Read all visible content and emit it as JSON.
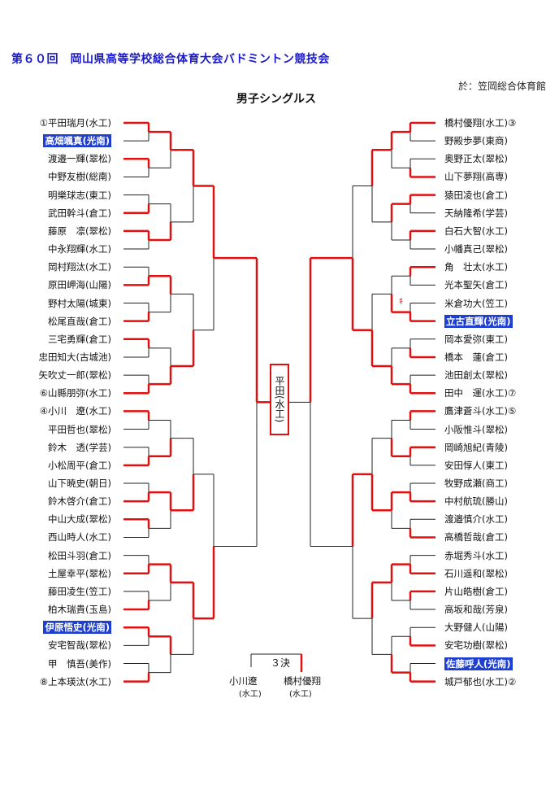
{
  "header": {
    "title": "第６０回　岡山県高等学校総合体育大会バドミントン競技会",
    "venue": "於：笠岡総合体育館",
    "event": "男子シングルス"
  },
  "champion": {
    "name": "平田(水工)"
  },
  "third_place": {
    "label": "３決",
    "left_name": "小川遼",
    "left_aff": "(水工)",
    "right_name": "橋村優翔",
    "right_aff": "(水工)"
  },
  "note_mark": "ｷ",
  "left_players": [
    {
      "name": "①平田瑞月(水工)",
      "highlight": false
    },
    {
      "name": "高畑颯真(光南)",
      "highlight": true
    },
    {
      "name": "渡邉一輝(翠松)",
      "highlight": false
    },
    {
      "name": "中野友樹(総南)",
      "highlight": false
    },
    {
      "name": "明樂球志(東工)",
      "highlight": false
    },
    {
      "name": "武田幹斗(倉工)",
      "highlight": false
    },
    {
      "name": "藤原　凛(翠松)",
      "highlight": false
    },
    {
      "name": "中永翔輝(水工)",
      "highlight": false
    },
    {
      "name": "岡村翔汰(水工)",
      "highlight": false
    },
    {
      "name": "原田岬海(山陽)",
      "highlight": false
    },
    {
      "name": "野村太陽(城東)",
      "highlight": false
    },
    {
      "name": "松尾直哉(倉工)",
      "highlight": false
    },
    {
      "name": "三宅勇輝(倉工)",
      "highlight": false
    },
    {
      "name": "忠田知大(古城池)",
      "highlight": false
    },
    {
      "name": "矢吹丈一郎(翠松)",
      "highlight": false
    },
    {
      "name": "⑥山縣朋弥(水工)",
      "highlight": false
    },
    {
      "name": "④小川　遼(水工)",
      "highlight": false
    },
    {
      "name": "平田哲也(翠松)",
      "highlight": false
    },
    {
      "name": "鈴木　透(学芸)",
      "highlight": false
    },
    {
      "name": "小松周平(倉工)",
      "highlight": false
    },
    {
      "name": "山下暁史(朝日)",
      "highlight": false
    },
    {
      "name": "鈴木啓介(倉工)",
      "highlight": false
    },
    {
      "name": "中山大成(翠松)",
      "highlight": false
    },
    {
      "name": "西山時人(水工)",
      "highlight": false
    },
    {
      "name": "松田斗羽(倉工)",
      "highlight": false
    },
    {
      "name": "土屋幸平(翠松)",
      "highlight": false
    },
    {
      "name": "藤田凌生(笠工)",
      "highlight": false
    },
    {
      "name": "柏木瑞貴(玉島)",
      "highlight": false
    },
    {
      "name": "伊原悟史(光南)",
      "highlight": true
    },
    {
      "name": "安宅智哉(翠松)",
      "highlight": false
    },
    {
      "name": "甲　慎吾(美作)",
      "highlight": false
    },
    {
      "name": "⑧上本瑛汰(水工)",
      "highlight": false
    }
  ],
  "right_players": [
    {
      "name": "橋村優翔(水工)③",
      "highlight": false
    },
    {
      "name": "野殿歩夢(東商)",
      "highlight": false
    },
    {
      "name": "奥野正太(翠松)",
      "highlight": false
    },
    {
      "name": "山下夢翔(高専)",
      "highlight": false
    },
    {
      "name": "猿田凌也(倉工)",
      "highlight": false
    },
    {
      "name": "天納隆希(学芸)",
      "highlight": false
    },
    {
      "name": "白石大智(水工)",
      "highlight": false
    },
    {
      "name": "小幡真己(翠松)",
      "highlight": false
    },
    {
      "name": "角　壮太(水工)",
      "highlight": false
    },
    {
      "name": "光本聖矢(倉工)",
      "highlight": false
    },
    {
      "name": "米倉功大(笠工)",
      "highlight": false
    },
    {
      "name": "立古直輝(光南)",
      "highlight": true
    },
    {
      "name": "岡本愛弥(東工)",
      "highlight": false
    },
    {
      "name": "橋本　蓮(倉工)",
      "highlight": false
    },
    {
      "name": "池田創太(翠松)",
      "highlight": false
    },
    {
      "name": "田中　運(水工)⑦",
      "highlight": false
    },
    {
      "name": "鷹津蒼斗(水工)⑤",
      "highlight": false
    },
    {
      "name": "小阪惟斗(翠松)",
      "highlight": false
    },
    {
      "name": "岡崎旭紀(青陵)",
      "highlight": false
    },
    {
      "name": "安田惇人(東工)",
      "highlight": false
    },
    {
      "name": "牧野成瀬(商工)",
      "highlight": false
    },
    {
      "name": "中村航琉(勝山)",
      "highlight": false
    },
    {
      "name": "渡邉慎介(水工)",
      "highlight": false
    },
    {
      "name": "高橋哲哉(倉工)",
      "highlight": false
    },
    {
      "name": "赤堀秀斗(水工)",
      "highlight": false
    },
    {
      "name": "石川遥和(翠松)",
      "highlight": false
    },
    {
      "name": "片山皓樹(倉工)",
      "highlight": false
    },
    {
      "name": "高坂和哉(芳泉)",
      "highlight": false
    },
    {
      "name": "大野健人(山陽)",
      "highlight": false
    },
    {
      "name": "安宅功樹(翠松)",
      "highlight": false
    },
    {
      "name": "佐藤呼人(光南)",
      "highlight": true
    },
    {
      "name": "城戸郁也(水工)②",
      "highlight": false
    }
  ],
  "colors": {
    "winner_line": "#e01010",
    "loser_line": "#222222",
    "highlight_bg": "#1e3fd0",
    "title": "#1a1acc"
  },
  "bracket_left": {
    "r1_winners": [
      0,
      2,
      5,
      6,
      9,
      11,
      12,
      15,
      16,
      19,
      21,
      22,
      25,
      27,
      28,
      31
    ],
    "r2_winners": [
      0,
      3,
      4,
      7,
      9,
      10,
      12,
      14
    ],
    "r3_winners": [
      0,
      3,
      5,
      6
    ],
    "r4_winners": [
      0,
      3
    ],
    "final_winner": 0
  },
  "bracket_right": {
    "r1_winners": [
      0,
      3,
      4,
      6,
      8,
      11,
      13,
      15,
      16,
      18,
      21,
      23,
      25,
      26,
      29,
      31
    ],
    "r2_winners": [
      0,
      2,
      5,
      7,
      9,
      10,
      12,
      15
    ],
    "r3_winners": [
      0,
      3,
      5,
      6
    ],
    "r4_winners": [
      1,
      2
    ],
    "final_winner": 0
  },
  "final_winner_side": "left"
}
